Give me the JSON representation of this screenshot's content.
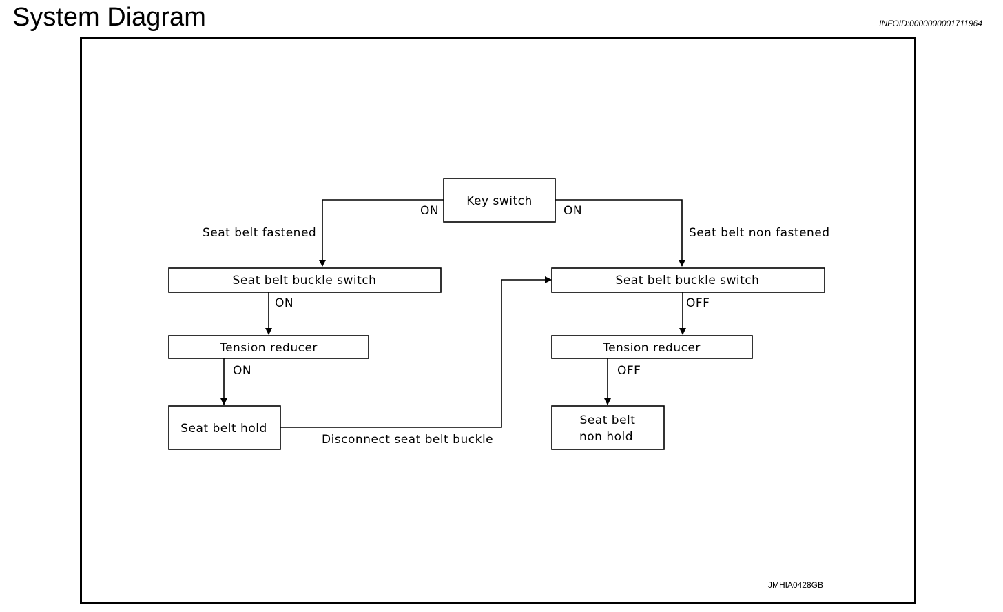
{
  "header": {
    "title": "System Diagram",
    "info_id": "INFOID:0000000001711964"
  },
  "figure_id": "JMHIA0428GB",
  "nodes": {
    "key_switch": "Key switch",
    "left_buckle": "Seat belt buckle switch",
    "right_buckle": "Seat belt buckle switch",
    "left_tension": "Tension reducer",
    "right_tension": "Tension reducer",
    "hold": "Seat belt hold",
    "non_hold_line1": "Seat belt",
    "non_hold_line2": "non hold"
  },
  "edges": {
    "key_left_state": "ON",
    "key_right_state": "ON",
    "left_condition": "Seat belt fastened",
    "right_condition": "Seat belt non fastened",
    "left_buckle_state": "ON",
    "right_buckle_state": "OFF",
    "left_tension_state": "ON",
    "right_tension_state": "OFF",
    "disconnect": "Disconnect seat belt buckle"
  }
}
